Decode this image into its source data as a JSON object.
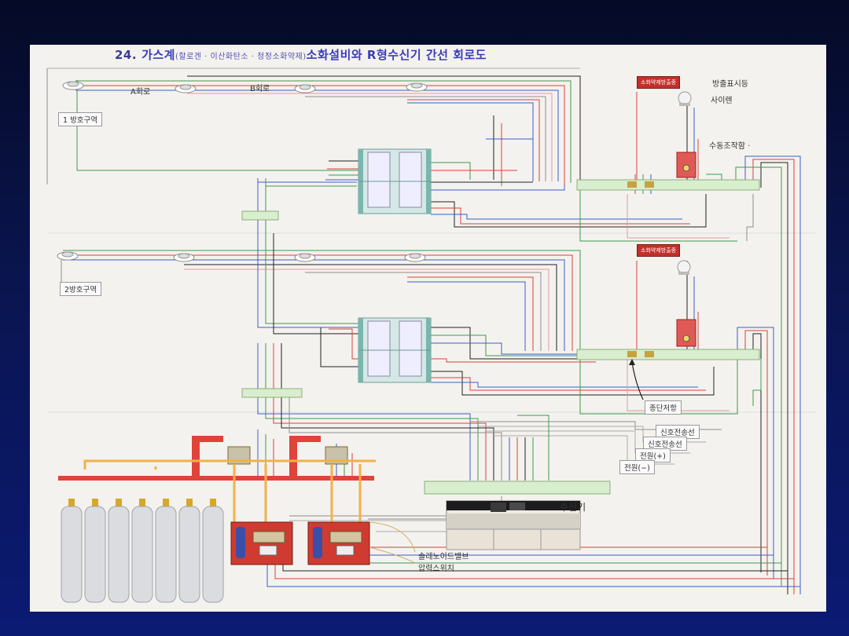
{
  "diagram": {
    "title_number": "24.",
    "title_main": "가스계",
    "title_paren": "(할로겐 · 이산화탄소 · 청정소화약제)",
    "title_rest": "소화설비와  R형수신기 간선 회로도",
    "labels": {
      "circuit_a": "A회로",
      "circuit_b": "B회로",
      "zone1": "1 방호구역",
      "zone2": "2방호구역",
      "discharge_lamp": "방출표시등",
      "siren": "사이렌",
      "manual_box": "수동조작함 ·",
      "end_resistor": "종단저항",
      "signal_line_1": "신호전송선",
      "signal_line_2": "신호전송선",
      "power_plus": "전원(+)",
      "power_minus": "전원(−)",
      "receiver": "수신기",
      "solenoid_valve": "솔레노이드밸브",
      "pressure_switch": "압력스위치",
      "discharge_tag_1": "소화약제방출중",
      "discharge_tag_2": "소화약제방출중"
    },
    "colors": {
      "red": "#d9423a",
      "green": "#3c9a4e",
      "blue": "#3a5ec8",
      "black": "#222222",
      "gray": "#8f8f8f",
      "pink": "#e59aa0",
      "yellow_pipe": "#f0b24a",
      "title": "#3b3dbb"
    }
  }
}
